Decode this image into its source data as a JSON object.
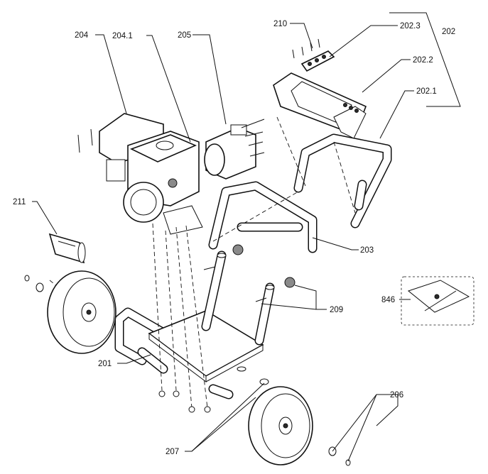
{
  "callouts": [
    {
      "id": "c204",
      "text": "204"
    },
    {
      "id": "c2041",
      "text": "204.1"
    },
    {
      "id": "c205",
      "text": "205"
    },
    {
      "id": "c210",
      "text": "210"
    },
    {
      "id": "c2023",
      "text": "202.3"
    },
    {
      "id": "c202",
      "text": "202"
    },
    {
      "id": "c2022",
      "text": "202.2"
    },
    {
      "id": "c2021",
      "text": "202.1"
    },
    {
      "id": "c211",
      "text": "211"
    },
    {
      "id": "c203",
      "text": "203"
    },
    {
      "id": "c209",
      "text": "209"
    },
    {
      "id": "c846",
      "text": "846"
    },
    {
      "id": "c201",
      "text": "201"
    },
    {
      "id": "c206",
      "text": "206"
    },
    {
      "id": "c207",
      "text": "207"
    }
  ]
}
